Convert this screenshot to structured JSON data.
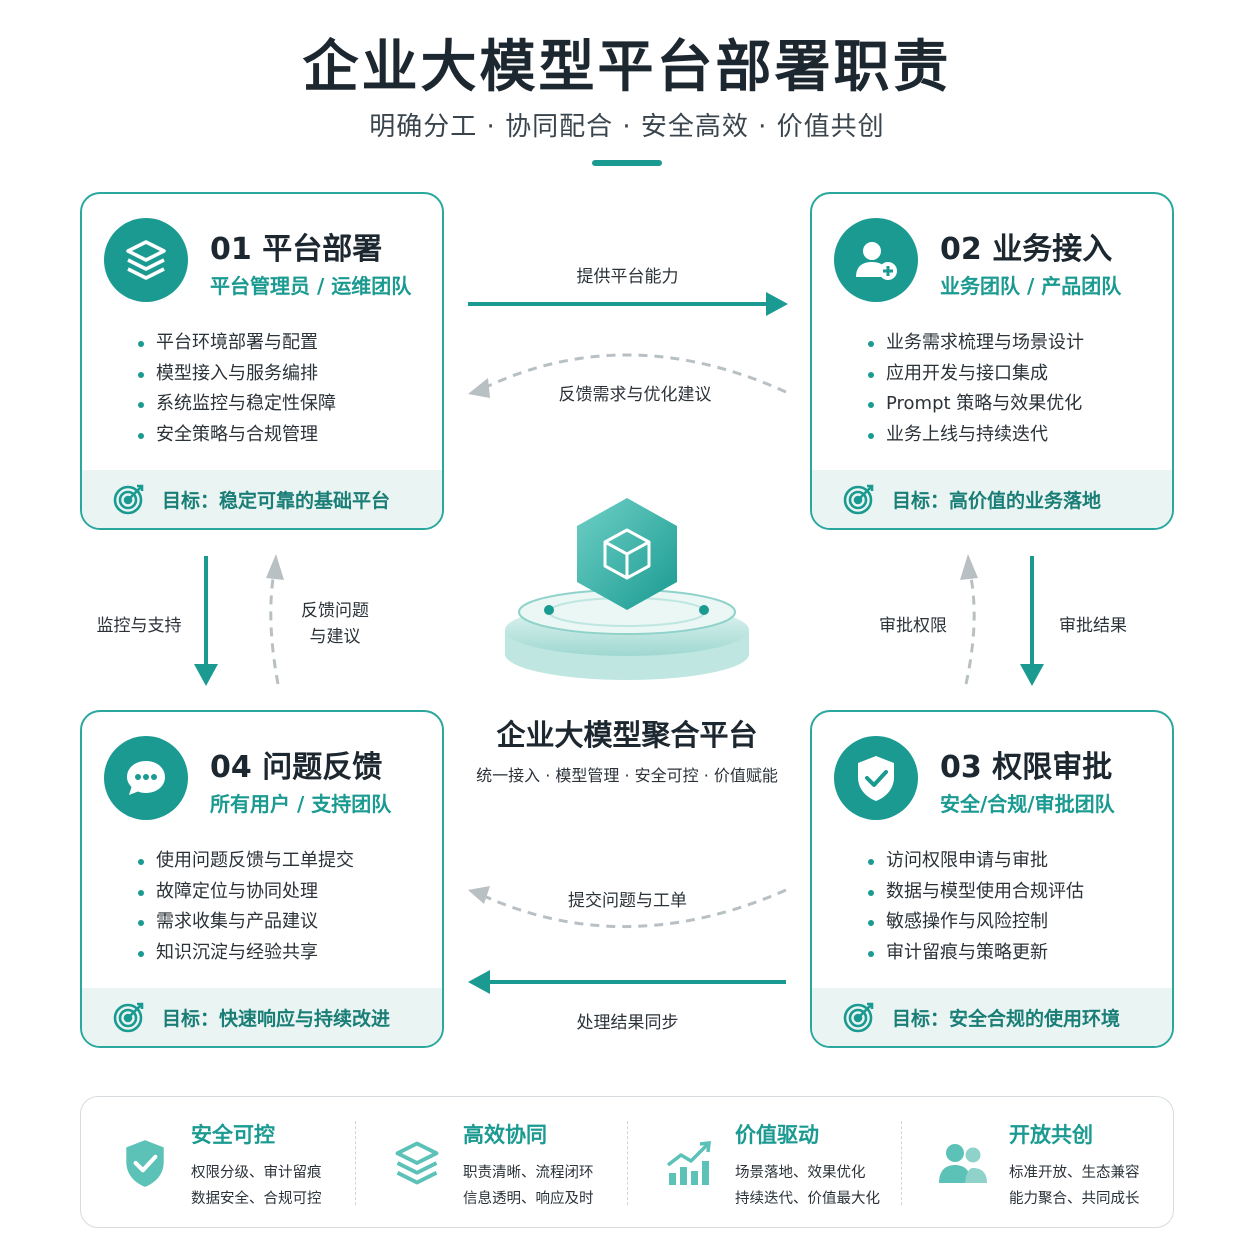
{
  "title": "企业大模型平台部署职责",
  "subtitle": "明确分工 · 协同配合 · 安全高效 · 价值共创",
  "cards": [
    {
      "title": "01  平台部署",
      "role": "平台管理员 / 运维团队",
      "items": [
        "平台环境部署与配置",
        "模型接入与服务编排",
        "系统监控与稳定性保障",
        "安全策略与合规管理"
      ],
      "goal": "目标：稳定可靠的基础平台",
      "icon": "layers-icon"
    },
    {
      "title": "02  业务接入",
      "role": "业务团队 / 产品团队",
      "items": [
        "业务需求梳理与场景设计",
        "应用开发与接口集成",
        "Prompt 策略与效果优化",
        "业务上线与持续迭代"
      ],
      "goal": "目标：高价值的业务落地",
      "icon": "user-plus-icon"
    },
    {
      "title": "03  权限审批",
      "role": "安全/合规/审批团队",
      "items": [
        "访问权限申请与审批",
        "数据与模型使用合规评估",
        "敏感操作与风险控制",
        "审计留痕与策略更新"
      ],
      "goal": "目标：安全合规的使用环境",
      "icon": "shield-check-icon"
    },
    {
      "title": "04  问题反馈",
      "role": "所有用户 / 支持团队",
      "items": [
        "使用问题反馈与工单提交",
        "故障定位与协同处理",
        "需求收集与产品建议",
        "知识沉淀与经验共享"
      ],
      "goal": "目标：快速响应与持续改进",
      "icon": "chat-bubble-icon"
    }
  ],
  "flows": {
    "top_forward": "提供平台能力",
    "top_back": "反馈需求与优化建议",
    "left_down": "监控与支持",
    "left_up": "反馈问题\n与建议",
    "right_up": "审批权限",
    "right_down": "审批结果",
    "bottom_back": "提交问题与工单",
    "bottom_forward": "处理结果同步"
  },
  "center": {
    "title": "企业大模型聚合平台",
    "subtitle": "统一接入 · 模型管理 · 安全可控 · 价值赋能",
    "icon": "cube-icon"
  },
  "features": [
    {
      "title": "安全可控",
      "line1": "权限分级、审计留痕",
      "line2": "数据安全、合规可控",
      "icon": "shield-check-icon"
    },
    {
      "title": "高效协同",
      "line1": "职责清晰、流程闭环",
      "line2": "信息透明、响应及时",
      "icon": "layers-icon"
    },
    {
      "title": "价值驱动",
      "line1": "场景落地、效果优化",
      "line2": "持续迭代、价值最大化",
      "icon": "growth-chart-icon"
    },
    {
      "title": "开放共创",
      "line1": "标准开放、生态兼容",
      "line2": "能力聚合、共同成长",
      "icon": "users-icon"
    }
  ],
  "colors": {
    "accent": "#1a9a91",
    "accent_light": "#eaf5f3",
    "dashed": "#b8c0c4"
  }
}
